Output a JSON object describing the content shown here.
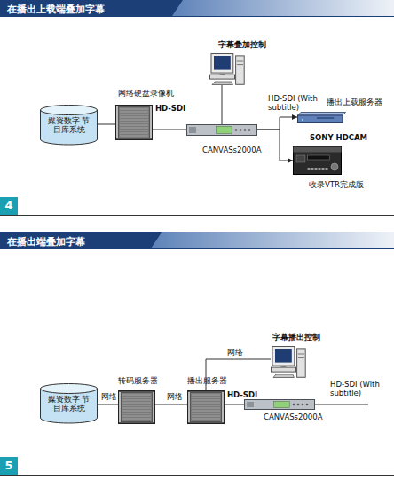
{
  "diagram": {
    "title": "在播出上载端叠加字幕",
    "nodes": [
      {
        "text": [
          "媒资数字 节目库系统"
        ]
      },
      {
        "text": [
          "网络硬盘录像机"
        ]
      },
      {
        "text": [
          "字幕叠加控制"
        ]
      },
      {
        "text": [
          "CANVASs2000A"
        ]
      },
      {
        "text": [
          "播出上载服务器"
        ]
      },
      {
        "text": [
          "SONY HDCAM",
          "收录VTR完成版"
        ]
      },
      {
        "text": [
          "媒资数字 节目库系统"
        ]
      },
      {
        "text": [
          "转码服务器"
        ]
      },
      {
        "text": [
          "播出服务器"
        ]
      },
      {
        "text": [
          "字幕播出控制"
        ]
      },
      {
        "text": [
          "CANVASs2000A"
        ]
      }
    ],
    "edges": [
      {
        "from": 0,
        "to": 1,
        "arrow": "none"
      },
      {
        "from": 1,
        "to": 3,
        "label": "HD-SDI",
        "arrow": "none"
      },
      {
        "from": 2,
        "to": 3,
        "arrow": "none"
      },
      {
        "from": 3,
        "to": 4,
        "label": "HD-SDI (With subtitle)",
        "arrow": "to"
      },
      {
        "from": 3,
        "to": 5,
        "arrow": "to"
      },
      {
        "from": 6,
        "to": 7,
        "label": "网络",
        "arrow": "none"
      },
      {
        "from": 7,
        "to": 8,
        "label": "网络",
        "arrow": "none"
      },
      {
        "from": 9,
        "to": 8,
        "label": "网络",
        "arrow": "none"
      },
      {
        "from": 8,
        "to": 10,
        "label": "HD-SDI",
        "arrow": "none"
      }
    ],
    "labels": [
      "在播出端叠加字幕",
      "HD-SDI (With subtitle)",
      "4",
      "5"
    ]
  }
}
